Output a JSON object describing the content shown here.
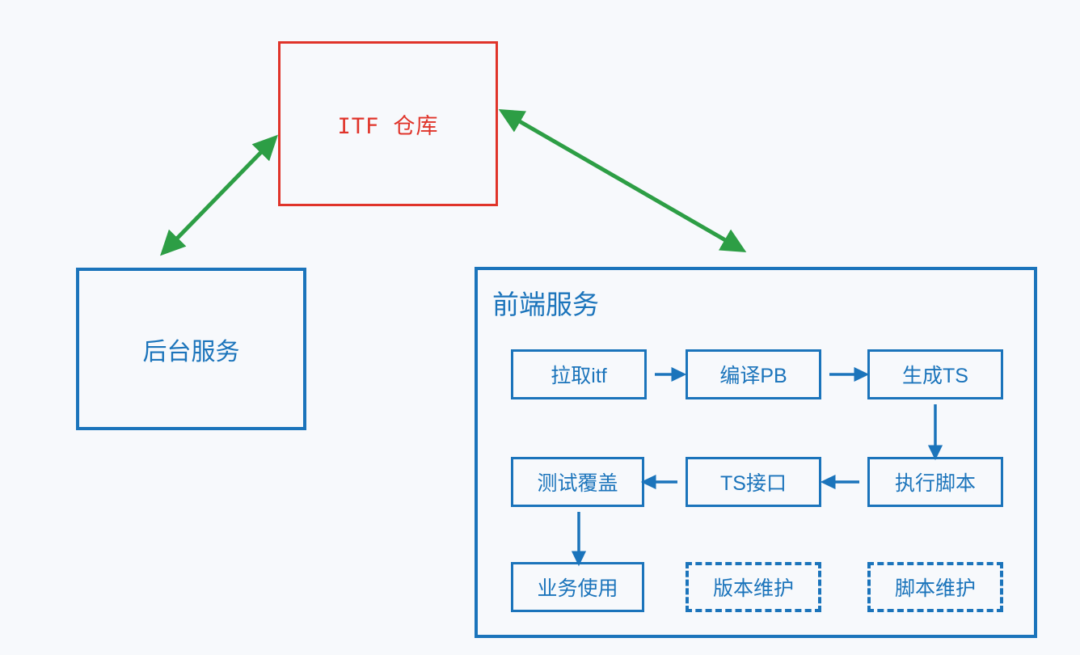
{
  "diagram": {
    "title": "ITF repository / frontend service pipeline",
    "background_color": "#f7f9fc",
    "colors": {
      "red": "#e0342a",
      "blue": "#1b74bb",
      "green": "#2d9e45"
    },
    "nodes": {
      "itf_repository": "ITF  仓库",
      "backend_service": "后台服务",
      "frontend_service": "前端服务"
    },
    "pipeline": {
      "row1": [
        {
          "label": "拉取itf"
        },
        {
          "label": "编译PB"
        },
        {
          "label": "生成TS"
        }
      ],
      "row2": [
        {
          "label": "测试覆盖"
        },
        {
          "label": "TS接口"
        },
        {
          "label": "执行脚本"
        }
      ],
      "row3": [
        {
          "label": "业务使用",
          "style": "solid"
        },
        {
          "label": "版本维护",
          "style": "dashed"
        },
        {
          "label": "脚本维护",
          "style": "dashed"
        }
      ]
    },
    "connectors": [
      {
        "name": "itf-to-backend",
        "kind": "double-arrow",
        "color": "#2d9e45"
      },
      {
        "name": "itf-to-frontend",
        "kind": "double-arrow",
        "color": "#2d9e45"
      },
      {
        "name": "pull-to-compile",
        "kind": "arrow-right",
        "color": "#1b74bb"
      },
      {
        "name": "compile-to-generate",
        "kind": "arrow-right",
        "color": "#1b74bb"
      },
      {
        "name": "generate-to-run",
        "kind": "arrow-down",
        "color": "#1b74bb"
      },
      {
        "name": "run-to-tsapi",
        "kind": "arrow-left",
        "color": "#1b74bb"
      },
      {
        "name": "tsapi-to-coverage",
        "kind": "arrow-left",
        "color": "#1b74bb"
      },
      {
        "name": "coverage-to-business",
        "kind": "arrow-down",
        "color": "#1b74bb"
      }
    ]
  }
}
